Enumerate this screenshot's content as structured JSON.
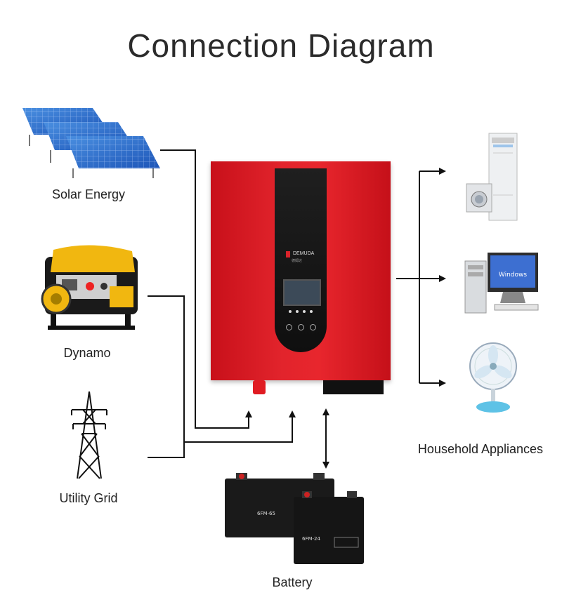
{
  "title": "Connection Diagram",
  "sources": {
    "solar": "Solar Energy",
    "dynamo": "Dynamo",
    "grid": "Utility Grid"
  },
  "inverter": {
    "brand": "DEMUDA",
    "brand_sub": "德姆达"
  },
  "outputs": {
    "label": "Household Appliances"
  },
  "battery": {
    "label": "Battery",
    "model_a": "6FM-65",
    "model_b": "6FM-24"
  },
  "computer_screen_text": "Windows"
}
